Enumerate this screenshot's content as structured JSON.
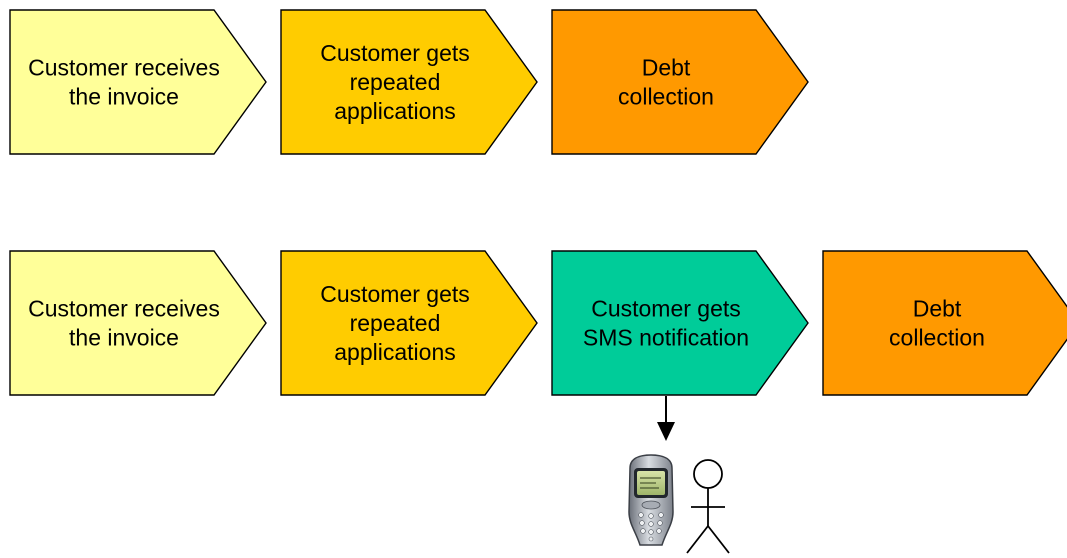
{
  "colors": {
    "pale_yellow": "#ffff99",
    "gold": "#ffcc00",
    "orange": "#ff9900",
    "green": "#00cc99",
    "outline": "#000000"
  },
  "flow_top": {
    "steps": [
      {
        "name": "step-receives-invoice",
        "lines": [
          "Customer receives",
          "the invoice"
        ],
        "color": "#ffff99"
      },
      {
        "name": "step-repeated-applications",
        "lines": [
          "Customer gets",
          "repeated",
          "applications"
        ],
        "color": "#ffcc00"
      },
      {
        "name": "step-debt-collection",
        "lines": [
          "Debt",
          "collection"
        ],
        "color": "#ff9900"
      }
    ]
  },
  "flow_bottom": {
    "steps": [
      {
        "name": "step-receives-invoice",
        "lines": [
          "Customer receives",
          "the invoice"
        ],
        "color": "#ffff99"
      },
      {
        "name": "step-repeated-applications",
        "lines": [
          "Customer gets",
          "repeated",
          "applications"
        ],
        "color": "#ffcc00"
      },
      {
        "name": "step-sms-notification",
        "lines": [
          "Customer gets",
          "SMS notification"
        ],
        "color": "#00cc99"
      },
      {
        "name": "step-debt-collection",
        "lines": [
          "Debt",
          "collection"
        ],
        "color": "#ff9900"
      }
    ]
  },
  "icons": {
    "phone": "mobile-phone-icon",
    "person": "stick-figure-icon"
  }
}
